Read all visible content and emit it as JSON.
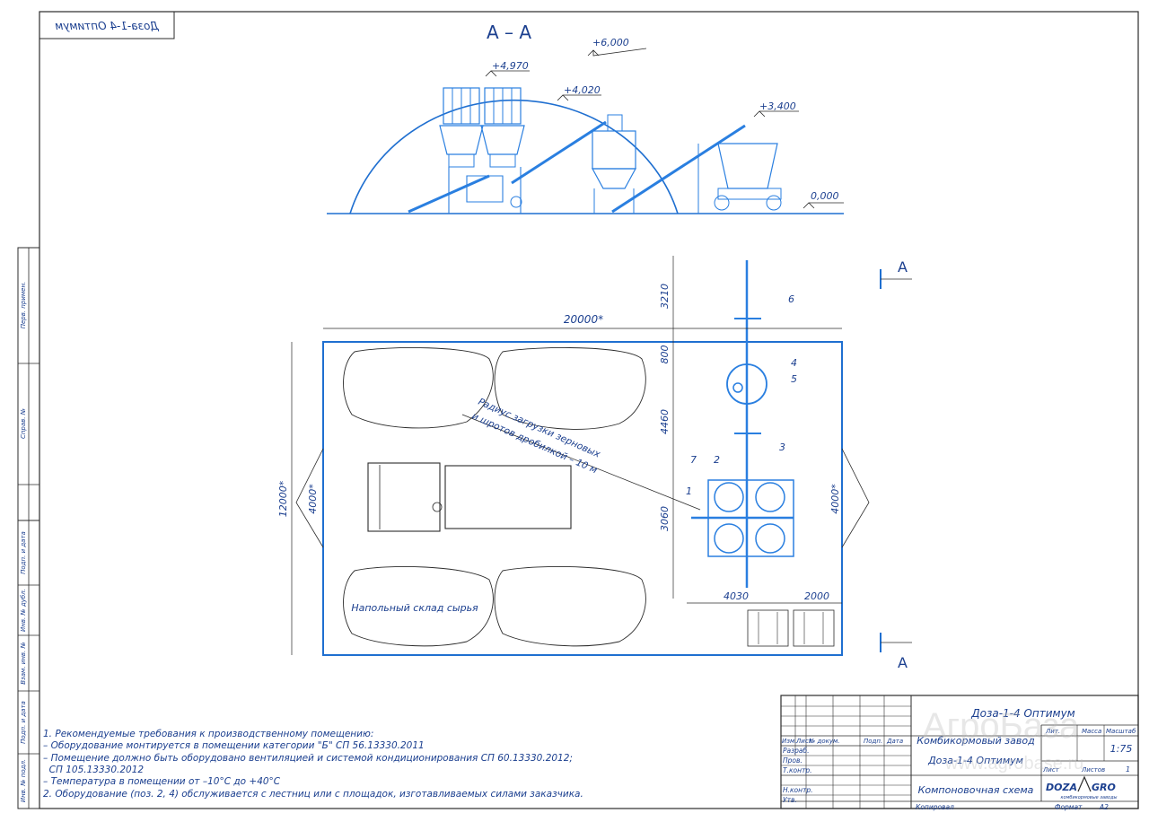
{
  "drawing": {
    "stamp_mirrored": "Доза-1-4 Оптимум",
    "section_title": "А – А",
    "levels": [
      "+6,000",
      "+4,970",
      "+4,020",
      "+3,400",
      "0,000"
    ],
    "section_marker": "А",
    "dimensions": {
      "length": "20000*",
      "width": "12000*",
      "left_gate": "4000*",
      "right_gate": "4000*",
      "d1": "3210",
      "d2": "800",
      "d3": "4460",
      "d4": "3060",
      "d5": "4030",
      "d6": "2000"
    },
    "positions": [
      "1",
      "2",
      "3",
      "4",
      "5",
      "6",
      "7"
    ],
    "radius_label": [
      "Радиус загрузки зерновых",
      "и шротов дробилкой – 10 м"
    ],
    "storage_label": "Напольный склад сырья"
  },
  "side_labels": [
    "Перв. примен.",
    "Справ. №",
    "Подп. и дата",
    "Инв. № дубл.",
    "Взам. инв. №",
    "Подп. и дата",
    "Инв. № подл."
  ],
  "notes": [
    "1. Рекомендуемые требования к производственному помещению:",
    "– Оборудование монтируется в помещении категории \"Б\" СП 56.13330.2011",
    "– Помещение должно быть оборудовано вентиляцией и системой кондиционирования СП 60.13330.2012;",
    "  СП 105.13330.2012",
    "– Температура в помещении от –10°С до +40°С",
    "2. Оборудование (поз. 2, 4) обслуживается с лестниц или с площадок, изготавливаемых силами заказчика."
  ],
  "title_block": {
    "designation": "Доза-1-4 Оптимум",
    "column_headers": [
      "Изм.",
      "Лист",
      "№ докум.",
      "Подп.",
      "Дата"
    ],
    "roles": [
      "Разраб.",
      "Пров.",
      "Т.контр.",
      "",
      "Н.контр.",
      "Утв."
    ],
    "product_name": "Комбикормовый завод",
    "product_model": "Доза-1-4 Оптимум",
    "document_name": "Компоновочная схема",
    "lit": "Лит.",
    "mass": "Масса",
    "scale_label": "Масштаб",
    "scale": "1:75",
    "sheet": "Лист",
    "sheets": "Листов",
    "sheets_count": "1",
    "copied": "Копировал",
    "format": "Формат",
    "format_value": "А2",
    "logo_left": "DOZA",
    "logo_right": "GRO",
    "logo_sub": "комбикормовые заводы"
  },
  "watermark": {
    "title": "АгроБаза",
    "url": "www.agrobase.ru"
  }
}
